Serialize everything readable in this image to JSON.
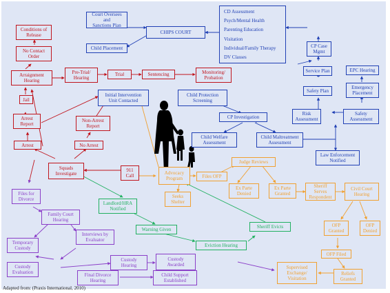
{
  "colors": {
    "criminal": "#c0141c",
    "civil_blue": "#1f3fb4",
    "protection": "#f0a030",
    "housing": "#20b060",
    "family": "#8a3ec8",
    "background": "#dfe6f5"
  },
  "caption": "Adapted from: (Praxis International, 2010)",
  "boxes": {
    "conditions_release": "Conditions of\nRelease",
    "no_contact_order": "No Contact\nOrder",
    "arraignment": "Arraignment\nHearing",
    "pretrial": "Pre-Trial/\nHearing",
    "trial": "Trial",
    "sentencing": "Sentencing",
    "monitoring": "Monitoring/\nProbation",
    "jail": "Jail",
    "arrest_report": "Arrest\nReport",
    "non_arrest_report": "Non-Arrest\nReport",
    "arrest": "Arrest",
    "no_arrest": "No Arrest",
    "squads": "Squads\nInvestigate",
    "call_911": "911\nCall",
    "court_oversees": "Court Oversees and\nSanctions Plan",
    "chips_court": "CHIPS COURT",
    "child_placement": "Child Placement",
    "services": [
      "CD Assessment",
      "Psych/Mental Health",
      "Parenting Education",
      "Visitation",
      "Individual/Family Therapy",
      "DV Classes"
    ],
    "cp_case_mgmt": "CP Case\nMgmt",
    "service_plan": "Service Plan",
    "safety_plan": "Safety Plan",
    "epc_hearing": "EPC Hearing",
    "emergency_placement": "Emergency\nPlacement",
    "risk_assessment": "Risk\nAssessment",
    "safety_assessment": "Safety\nAssessment",
    "initial_intervention": "Initial Intervention\nUnit Contacted",
    "child_protection_screening": "Child Protection\nScreening",
    "cp_investigation": "CP Investigation",
    "child_welfare_assessment": "Child Welfare\nAssessment",
    "child_maltreatment_assessment": "Child Maltreatment\nAssessment",
    "law_enforcement_notified": "Law Enforcement\nNotified",
    "advocacy_program": "Advocacy\nProgram",
    "files_ofp": "Files OFP",
    "judge_reviews": "Judge Reviews",
    "seeks_shelter": "Seeks\nShelter",
    "ex_parte_denied": "Ex Parte\nDenied",
    "ex_parte_granted": "Ex Parte\nGranted",
    "sheriff_serves": "Sheriff Serves\nRespondent",
    "civil_court_hearing": "Civil Court\nHearing",
    "ofp_granted": "OFP\nGranted",
    "ofp_denied": "OFP\nDenied",
    "ofp_filed": "OFP Filed",
    "reliefs_granted": "Reliefs\nGranted",
    "supervised_exchange": "Supervised\nExchange/\nVisitation",
    "landlord_hra": "Landlord/HRA\nNotified",
    "warning_given": "Warning Given",
    "eviction_hearing": "Eviction Hearing",
    "sheriff_evicts": "Sheriff Evicts",
    "files_divorce": "Files for\nDivorce",
    "family_court_hearing": "Family Court\nHearing",
    "temporary_custody": "Temporary\nCustody",
    "interviews_evaluator": "Interviews by\nEvaluator",
    "custody_evaluation": "Custody\nEvaluation",
    "custody_hearing": "Custody\nHearing",
    "custody_awarded": "Custody\nAwarded",
    "final_divorce_hearing": "Final Divorce\nHearing",
    "child_support": "Child Support\nEstablished"
  }
}
